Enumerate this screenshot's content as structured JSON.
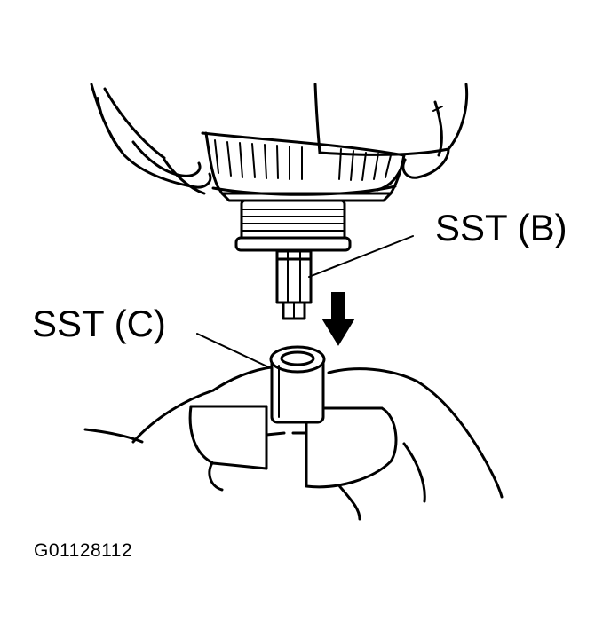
{
  "labels": {
    "sst_b": "SST (B)",
    "sst_c": "SST (C)"
  },
  "figure_id": "G01128112",
  "colors": {
    "ink": "#000000",
    "background": "#ffffff"
  }
}
